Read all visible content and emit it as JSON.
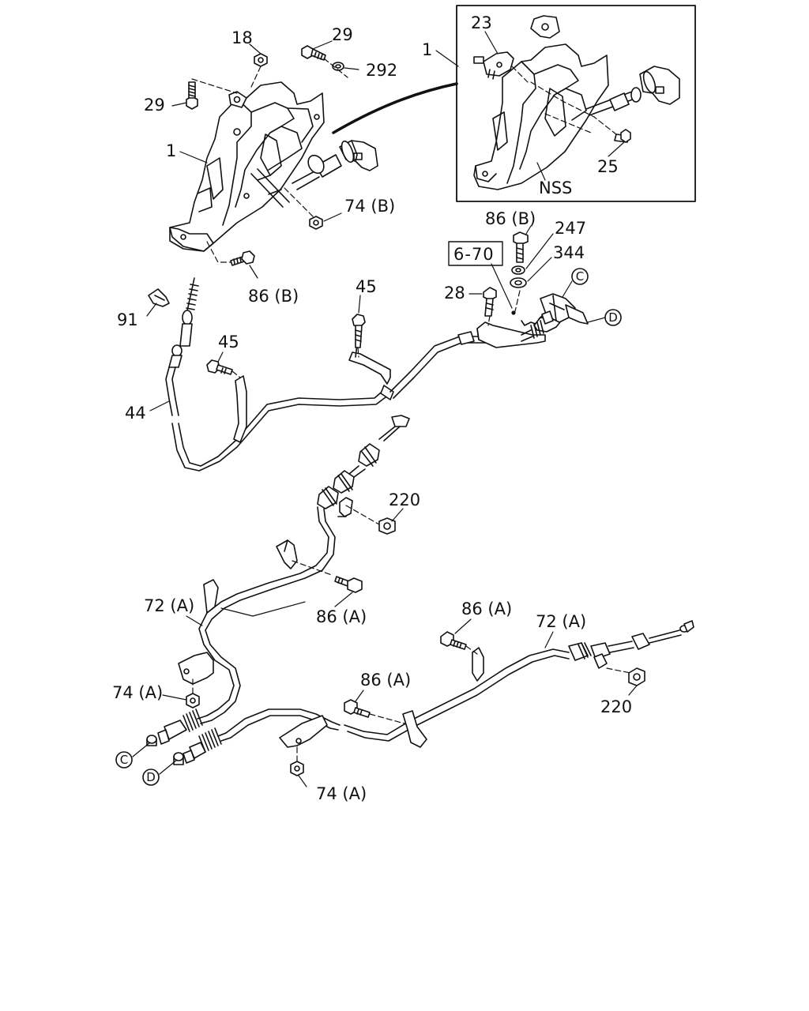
{
  "labels": {
    "l18": "18",
    "l29a": "29",
    "l292": "292",
    "l29b": "29",
    "l1a": "1",
    "l74b": "74 (B)",
    "l86b_lower": "86 (B)",
    "l91": "91",
    "l44": "44",
    "l45a": "45",
    "l45b": "45",
    "l23": "23",
    "l1b": "1",
    "l25": "25",
    "lnss": "NSS",
    "l86b_upper": "86 (B)",
    "l247": "247",
    "l344": "344",
    "l670": "6-70",
    "l28": "28",
    "lc_top": "C",
    "ld_top": "D",
    "l220a": "220",
    "l72a_left": "72 (A)",
    "l86a_mid": "86 (A)",
    "l86a_right": "86 (A)",
    "l72a_right": "72 (A)",
    "l220b": "220",
    "l86a_low": "86 (A)",
    "l74a_left": "74 (A)",
    "lc_bot": "C",
    "ld_bot": "D",
    "l74a_bot": "74 (A)"
  }
}
